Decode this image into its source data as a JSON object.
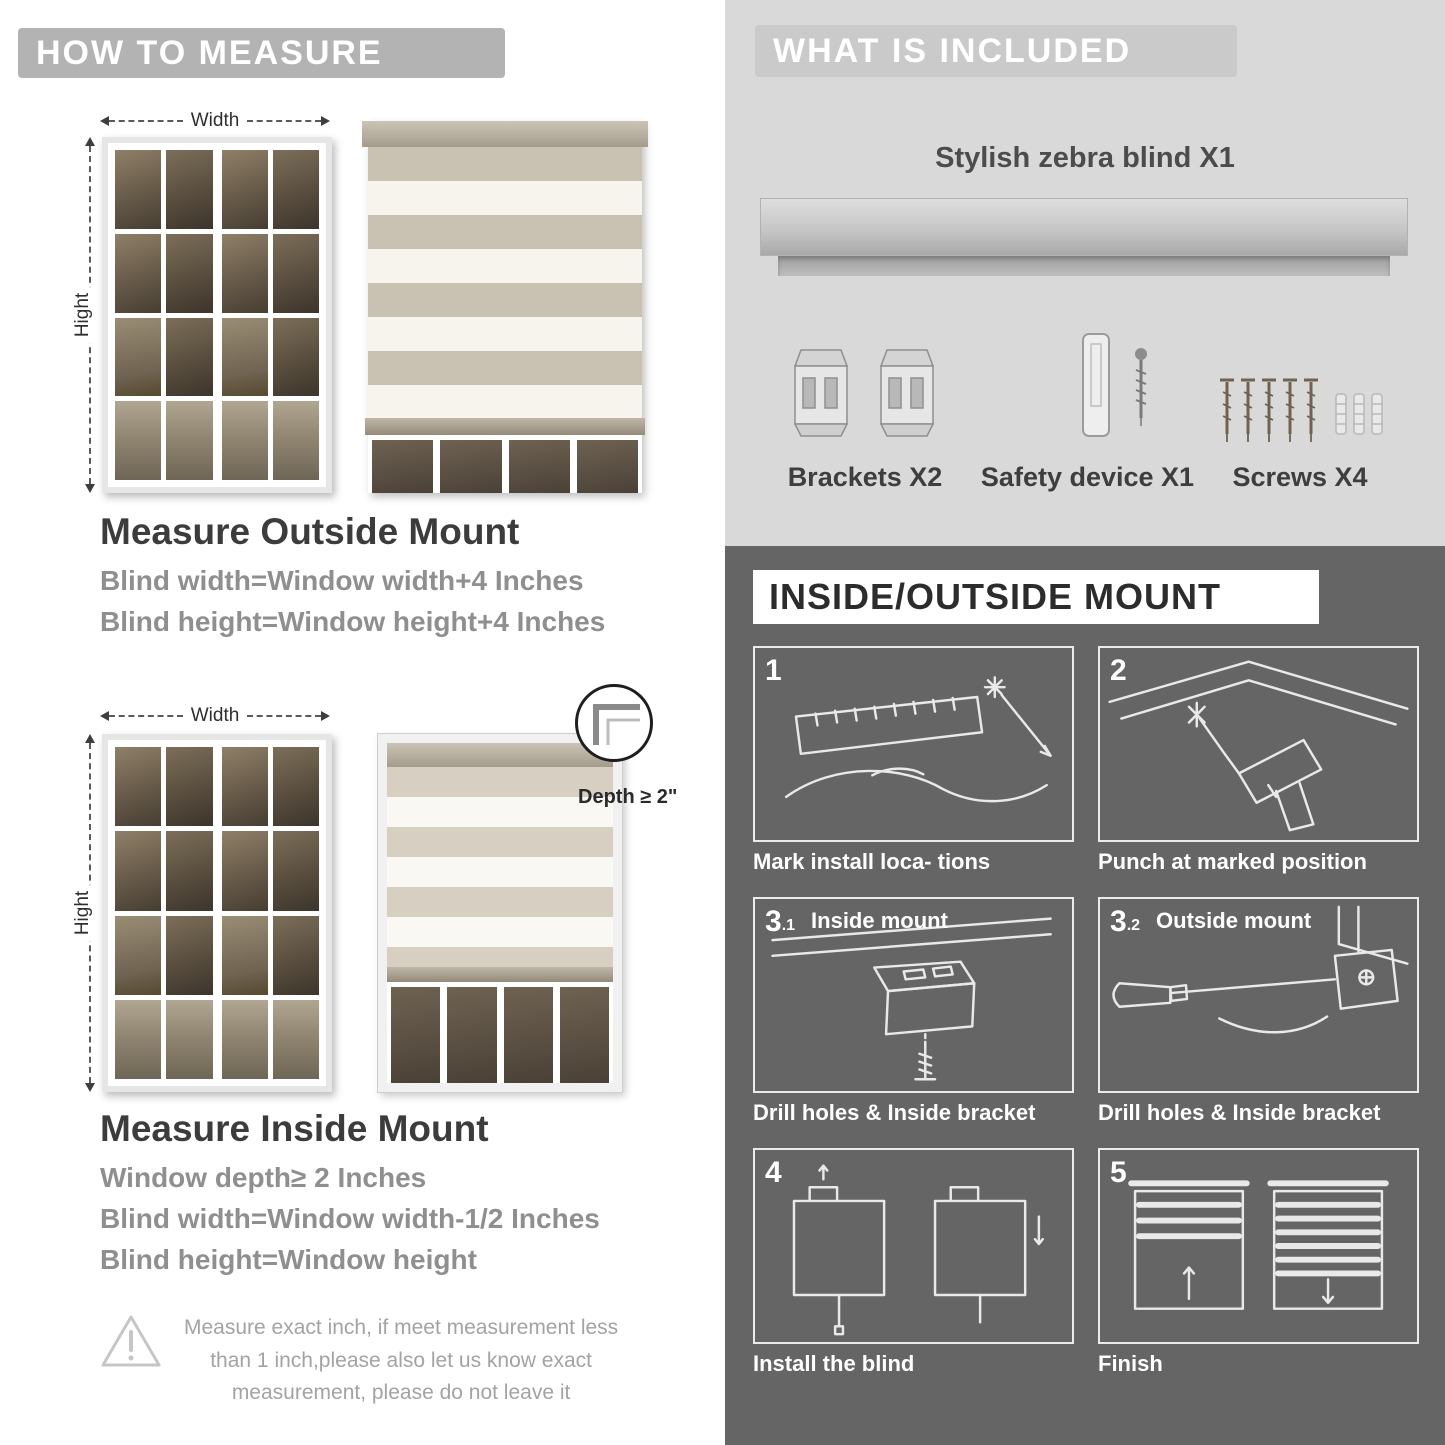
{
  "left": {
    "header": "HOW TO MEASURE",
    "outside": {
      "width_label": "Width",
      "height_label": "Hight",
      "title": "Measure Outside Mount",
      "line1": "Blind width=Window width+4 Inches",
      "line2": "Blind height=Window height+4 Inches"
    },
    "inside": {
      "width_label": "Width",
      "height_label": "Hight",
      "depth_callout": "Depth ≥ 2\"",
      "title": "Measure Inside Mount",
      "line1": "Window depth≥ 2 Inches",
      "line2": "Blind width=Window width-1/2 Inches",
      "line3": "Blind height=Window height"
    },
    "warning": {
      "line1": "Measure exact inch, if meet measurement less",
      "line2": "than 1 inch,please also let us know exact",
      "line3": "measurement, please do not leave it"
    }
  },
  "right": {
    "included": {
      "header": "WHAT IS INCLUDED",
      "blind_label": "Stylish zebra blind X1",
      "items": [
        {
          "label": "Brackets X2"
        },
        {
          "label": "Safety device X1"
        },
        {
          "label": "Screws X4"
        }
      ]
    },
    "mount": {
      "header": "INSIDE/OUTSIDE MOUNT",
      "steps": [
        {
          "num": "1",
          "sub": "",
          "label": "",
          "caption": "Mark install loca- tions"
        },
        {
          "num": "2",
          "sub": "",
          "label": "",
          "caption": "Punch at  marked position"
        },
        {
          "num": "3",
          "sub": ".1",
          "label": "Inside mount",
          "caption": "Drill holes &  Inside bracket"
        },
        {
          "num": "3",
          "sub": ".2",
          "label": "Outside mount",
          "caption": "Drill holes &  Inside bracket"
        },
        {
          "num": "4",
          "sub": "",
          "label": "",
          "caption": "Install the blind"
        },
        {
          "num": "5",
          "sub": "",
          "label": "",
          "caption": "Finish"
        }
      ]
    }
  },
  "colors": {
    "left_header_bar": "#b3b3b3",
    "right_top_bg": "#d9d9d9",
    "right_bottom_bg": "#656565",
    "heading_text": "#3c3c3c",
    "sub_text": "#8f8f8f",
    "stripe_gray": "#c9c1b2",
    "stripe_white": "#f7f4ed"
  }
}
